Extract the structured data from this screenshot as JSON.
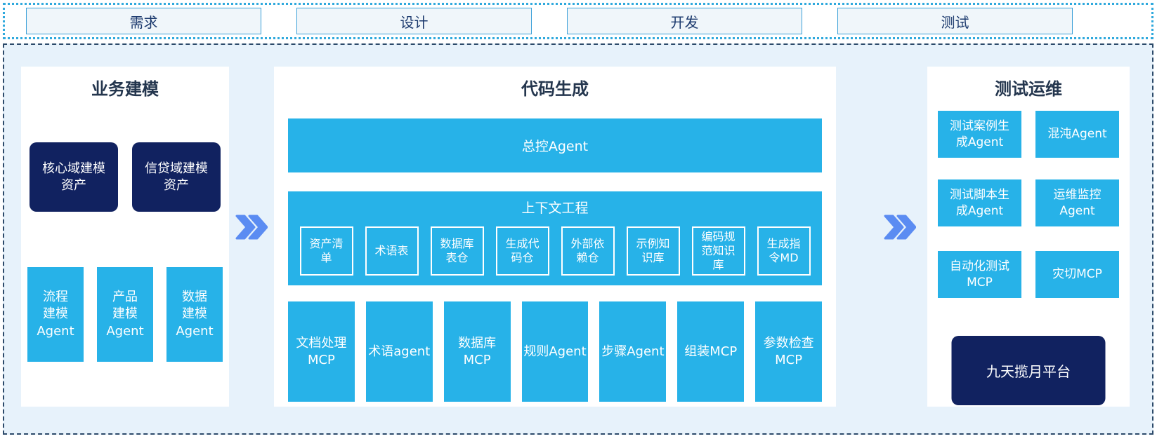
{
  "phases": {
    "items": [
      {
        "label": "需求"
      },
      {
        "label": "设计"
      },
      {
        "label": "开发"
      },
      {
        "label": "测试"
      }
    ]
  },
  "business_modeling": {
    "title": "业务建模",
    "assets": [
      {
        "label": "核心域建模\n资产"
      },
      {
        "label": "信贷域建模\n资产"
      }
    ],
    "agents": [
      {
        "label": "流程\n建模\nAgent"
      },
      {
        "label": "产品\n建模\nAgent"
      },
      {
        "label": "数据\n建模\nAgent"
      }
    ]
  },
  "code_generation": {
    "title": "代码生成",
    "master_agent": "总控Agent",
    "context_engineering": {
      "title": "上下文工程",
      "items": [
        {
          "label": "资产清\n单"
        },
        {
          "label": "术语表"
        },
        {
          "label": "数据库\n表仓"
        },
        {
          "label": "生成代\n码仓"
        },
        {
          "label": "外部依\n赖仓"
        },
        {
          "label": "示例知\n识库"
        },
        {
          "label": "编码规\n范知识\n库"
        },
        {
          "label": "生成指\n令MD"
        }
      ]
    },
    "tools": [
      {
        "label": "文档处理\nMCP"
      },
      {
        "label": "术语agent"
      },
      {
        "label": "数据库\nMCP"
      },
      {
        "label": "规则Agent"
      },
      {
        "label": "步骤Agent"
      },
      {
        "label": "组装MCP"
      },
      {
        "label": "参数检查\nMCP"
      }
    ]
  },
  "test_ops": {
    "title": "测试运维",
    "items": [
      {
        "label": "测试案例生\n成Agent"
      },
      {
        "label": "混沌Agent"
      },
      {
        "label": "测试脚本生\n成Agent"
      },
      {
        "label": "运维监控\nAgent"
      },
      {
        "label": "自动化测试\nMCP"
      },
      {
        "label": "灾切MCP"
      }
    ],
    "platform": "九天揽月平台"
  },
  "icons": {
    "flow_arrow": "double-chevron-right"
  },
  "colors": {
    "cyan": "#27b2e8",
    "navy": "#112260",
    "container_bg": "#e7f2fb",
    "dotted_border": "#2fa9dd",
    "dashed_border": "#2c4a6a",
    "phase_bg": "#f0f6fa",
    "phase_border": "#3ba0d8",
    "phase_text": "#1c3a6e",
    "heading_text": "#24364e",
    "arrow_blue": "#5b8cf2"
  }
}
